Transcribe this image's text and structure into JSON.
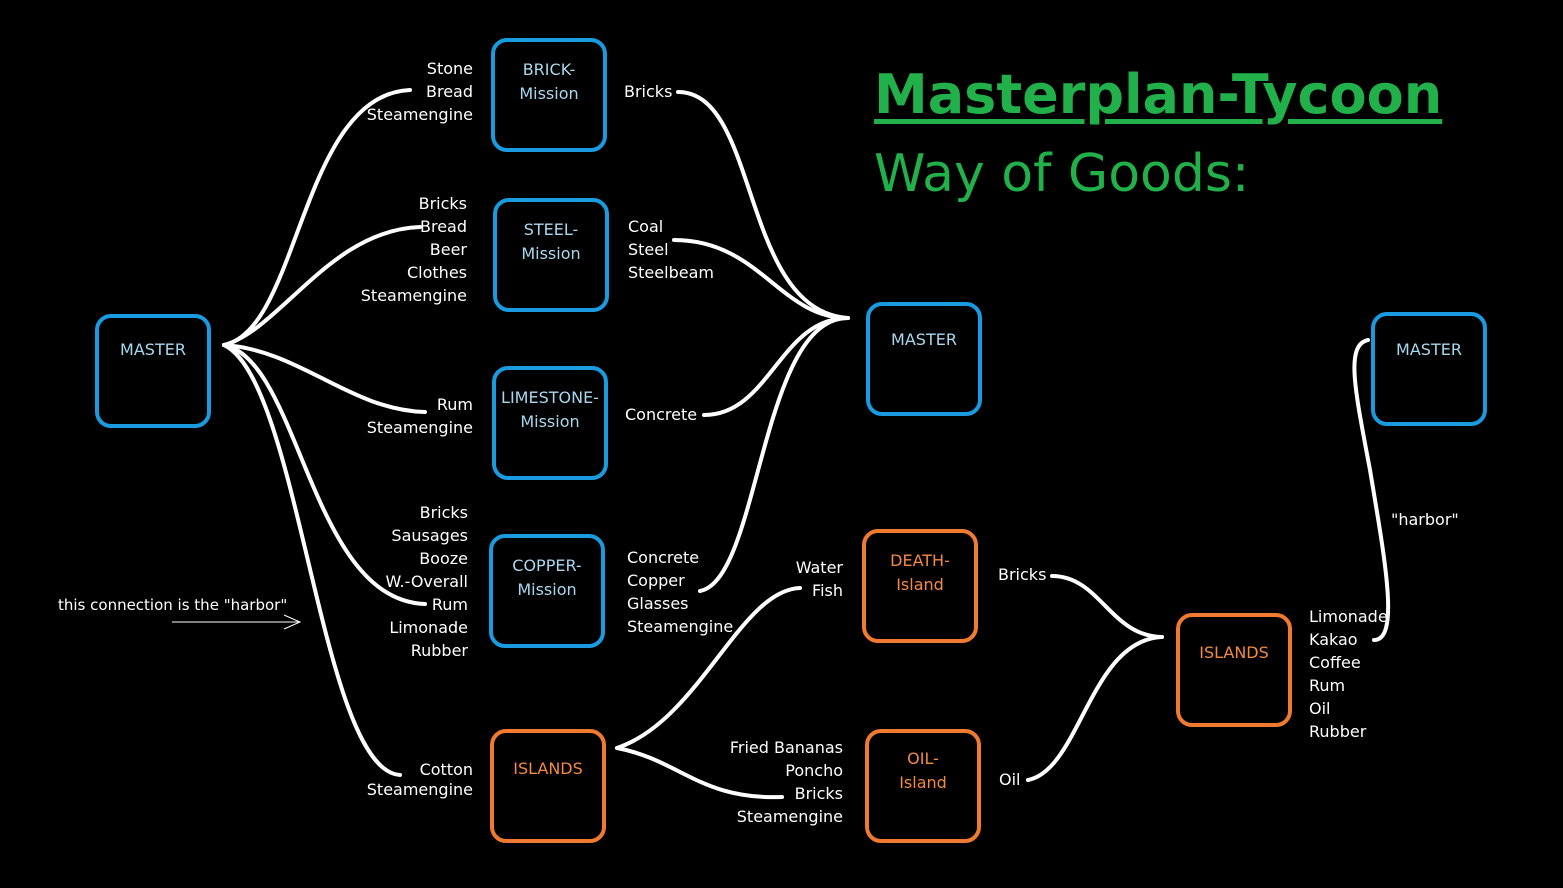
{
  "title": "Masterplan-Tycoon",
  "subtitle": "Way of Goods:",
  "harbor_note": "this connection is the \"harbor\"",
  "harbor_label": "\"harbor\"",
  "colors": {
    "mission_border": "#1a9be0",
    "island_border": "#f07a30",
    "title": "#22b04a",
    "wire": "#ffffff"
  },
  "nodes": {
    "master_left": "MASTER",
    "master_center": "MASTER",
    "master_right": "MASTER",
    "brick": "BRICK-\nMission",
    "steel": "STEEL-\nMission",
    "limestone": "LIMESTONE-\nMission",
    "copper": "COPPER-\nMission",
    "islands_left": "ISLANDS",
    "death": "DEATH-\nIsland",
    "oil": "OIL-\nIsland",
    "islands_right": "ISLANDS"
  },
  "goods": {
    "brick_in": [
      "Stone",
      "Bread",
      "Steamengine"
    ],
    "steel_in": [
      "Bricks",
      "Bread",
      "Beer",
      "Clothes",
      "Steamengine"
    ],
    "limestone_in": [
      "Rum",
      "Steamengine"
    ],
    "copper_in": [
      "Bricks",
      "Sausages",
      "Booze",
      "W.-Overall",
      "Rum",
      "Limonade",
      "Rubber"
    ],
    "islands_in": [
      "Cotton",
      "Steamengine"
    ],
    "brick_out": [
      "Bricks"
    ],
    "steel_out": [
      "Coal",
      "Steel",
      "Steelbeam"
    ],
    "limestone_out": [
      "Concrete"
    ],
    "copper_out": [
      "Concrete",
      "Copper",
      "Glasses",
      "Steamengine"
    ],
    "death_in": [
      "Water",
      "Fish"
    ],
    "oil_in": [
      "Fried Bananas",
      "Poncho",
      "Bricks",
      "Steamengine"
    ],
    "death_out": [
      "Bricks"
    ],
    "oil_out": [
      "Oil"
    ],
    "islands_right_out": [
      "Limonade",
      "Kakao",
      "Coffee",
      "Rum",
      "Oil",
      "Rubber"
    ]
  }
}
